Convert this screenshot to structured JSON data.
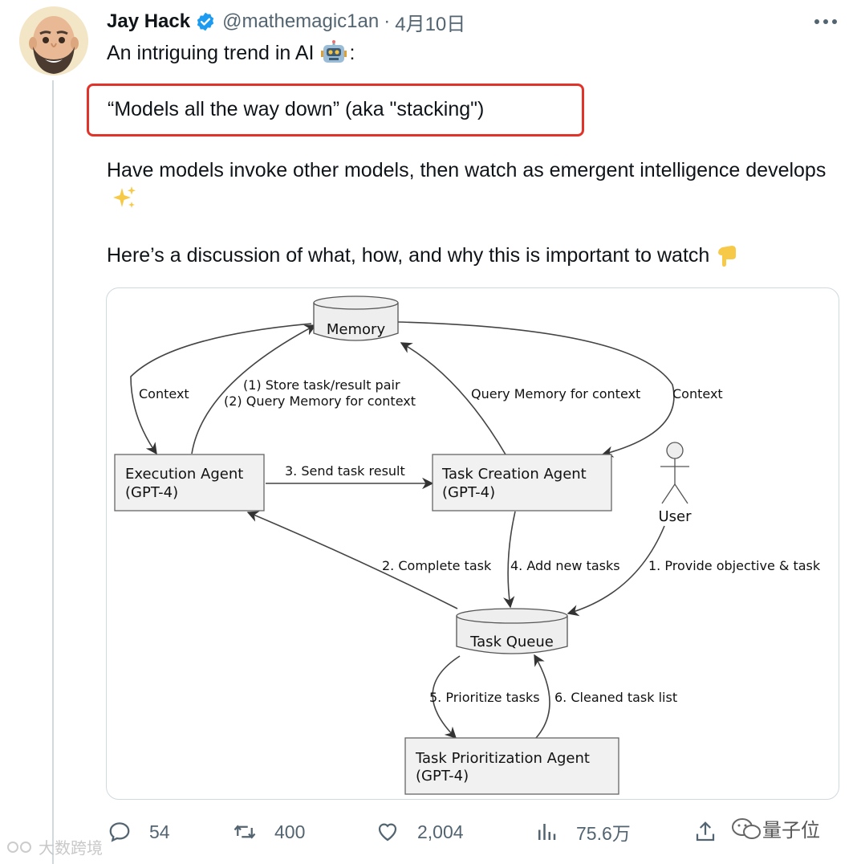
{
  "tweet": {
    "author_name": "Jay Hack",
    "handle": "@mathemagic1an",
    "separator": "·",
    "date": "4月10日",
    "line1": "An intriguing trend in AI",
    "line1_suffix": ":",
    "quote": "“Models all the way down” (aka \"stacking\")",
    "para2": "Have models invoke other models, then watch as emergent intelligence develops",
    "para3": "Here’s a discussion of what, how, and why this is important to watch"
  },
  "diagram": {
    "memory": "Memory",
    "task_queue": "Task Queue",
    "exec_agent_1": "Execution Agent",
    "exec_agent_2": "(GPT-4)",
    "creation_agent_1": "Task Creation Agent",
    "creation_agent_2": "(GPT-4)",
    "prior_agent_1": "Task Prioritization Agent",
    "prior_agent_2": "(GPT-4)",
    "user": "User",
    "context_left": "Context",
    "store_1": "(1) Store task/result pair",
    "store_2": "(2) Query Memory for context",
    "query_memory": "Query Memory for context",
    "context_right": "Context",
    "send_result": "3. Send task result",
    "complete_task": "2. Complete task",
    "add_tasks": "4. Add new tasks",
    "provide_objective": "1. Provide objective & task",
    "prioritize": "5. Prioritize tasks",
    "cleaned": "6. Cleaned task list"
  },
  "actions": {
    "replies": "54",
    "retweets": "400",
    "likes": "2,004",
    "views": "75.6万"
  },
  "watermarks": {
    "left": "大数跨境",
    "right": "量子位"
  },
  "colors": {
    "highlight_border": "#e0342b",
    "verified": "#1d9bf0",
    "muted": "#536471"
  }
}
